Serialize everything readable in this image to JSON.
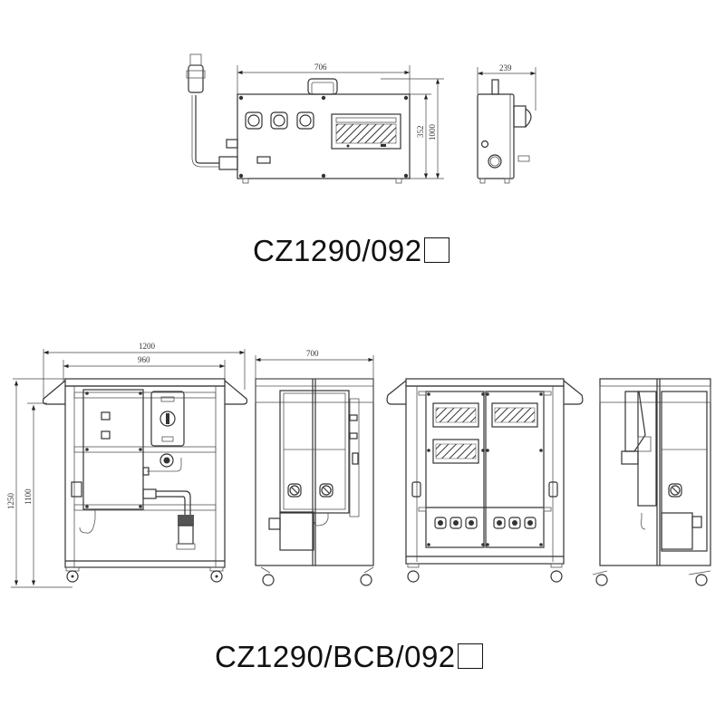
{
  "drawing": {
    "top_assembly": {
      "title": "CZ1290/092",
      "title_suffix_box": "empty-checkbox",
      "front_view": {
        "dim_width": "706",
        "dim_height_inner": "352",
        "dim_height_outer": "1000",
        "sockets": 3,
        "meter_window": "hatched"
      },
      "side_view": {
        "dim_depth": "239"
      }
    },
    "bottom_assembly": {
      "title": "CZ1290/BCB/092",
      "title_suffix_box": "empty-checkbox",
      "front_view": {
        "dim_width_outer": "1200",
        "dim_width_inner": "960",
        "dim_height_outer": "1250",
        "dim_height_inner": "1100"
      },
      "side_view_left": {
        "dim_depth": "700"
      },
      "rear_view": {
        "meter_windows": 3,
        "sockets": 6
      },
      "side_view_right": {}
    }
  }
}
